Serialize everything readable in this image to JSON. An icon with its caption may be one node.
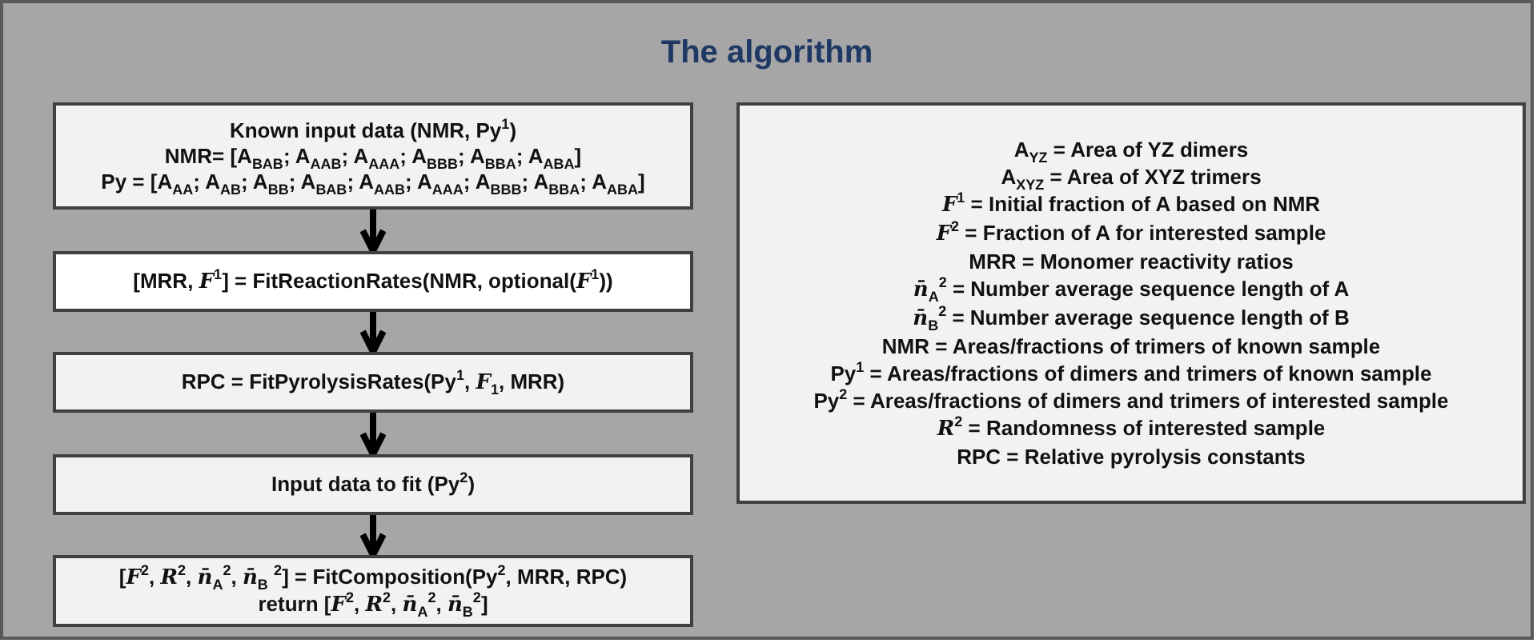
{
  "diagram": {
    "nodes": [
      {
        "text": [
          "The algorithm"
        ]
      },
      {
        "text": [
          "Known input data (NMR, Py$^{1}$)",
          "NMR= [A$_{BAB}$; A$_{AAB}$; A$_{AAA}$; A$_{BBB}$; A$_{BBA}$; A$_{ABA}$]",
          "Py = [A$_{AA}$; A$_{AB}$; A$_{BB}$; A$_{BAB}$; A$_{AAB}$; A$_{AAA}$; A$_{BBB}$; A$_{BBA}$; A$_{ABA}$]"
        ],
        "in": 0
      },
      {
        "text": [
          "[MRR, *F*$^{1}$] = FitReactionRates(NMR, optional(*F*$^{1}$))"
        ],
        "in": 0
      },
      {
        "text": [
          "RPC = FitPyrolysisRates(Py$^{1}$, *F*$_{1}$, MRR)"
        ],
        "in": 0
      },
      {
        "text": [
          "Input data to fit (Py$^{2}$)"
        ],
        "in": 0
      },
      {
        "text": [
          "[*F*$^{2}$, *R*$^{2}$, *n̄*$_{A}$$^{2}$, *n̄*$_{B}$ $^{2}$] = FitComposition(Py$^{2}$, MRR, RPC)",
          "return [*F*$^{2}$, *R*$^{2}$, *n̄*$_{A}$$^{2}$, *n̄*$_{B}$$^{2}$]"
        ],
        "in": 0
      },
      {
        "text": [
          "A$_{YZ}$ = Area of YZ dimers",
          "A$_{XYZ}$ = Area of XYZ trimers",
          "*F*$^{1}$ = Initial fraction of A based on NMR",
          "*F*$^{2}$ = Fraction of A for interested sample",
          "MRR = Monomer reactivity ratios",
          "*n̄*$_{A}$$^{2}$ = Number average sequence length of A",
          "*n̄*$_{B}$$^{2}$ = Number average sequence length of B",
          "NMR = Areas/fractions of trimers of known sample",
          "Py$^{1}$ = Areas/fractions of dimers and trimers of known sample",
          "Py$^{2}$ = Areas/fractions of dimers and trimers of interested sample",
          "*R*$^{2}$ = Randomness of interested sample",
          "RPC = Relative pyrolysis constants"
        ],
        "in": 0
      }
    ],
    "edges": [
      {
        "from": 1,
        "to": 2,
        "arrow": "to"
      },
      {
        "from": 2,
        "to": 3,
        "arrow": "to"
      },
      {
        "from": 3,
        "to": 4,
        "arrow": "to"
      },
      {
        "from": 4,
        "to": 5,
        "arrow": "to"
      }
    ]
  }
}
